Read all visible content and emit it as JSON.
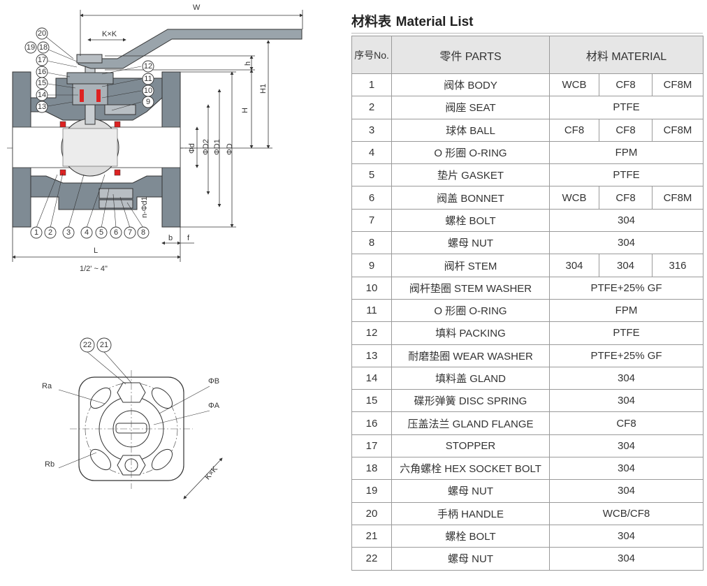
{
  "drawing": {
    "dim_labels": {
      "w": "W",
      "kxk": "K×K",
      "h": "h",
      "h1": "H1",
      "h_big": "H",
      "d": "Φd",
      "d2": "ΦD2",
      "d1": "ΦD1",
      "d_big": "ΦD",
      "nd1": "n-Φd1",
      "b": "b",
      "f": "f",
      "l": "L",
      "size_range": "1/2' ~ 4\"",
      "ra": "Ra",
      "rb": "Rb",
      "phi_b": "ΦB",
      "phi_a": "ΦA",
      "kxk_bottom": "K×K"
    },
    "callouts": [
      "1",
      "2",
      "3",
      "4",
      "5",
      "6",
      "7",
      "8",
      "9",
      "10",
      "11",
      "12",
      "13",
      "14",
      "15",
      "16",
      "17",
      "18",
      "19",
      "20",
      "21",
      "22"
    ]
  },
  "table": {
    "title_cn": "材料表",
    "title_en": "Material List",
    "headers": {
      "no": "序号No.",
      "parts": "零件 PARTS",
      "material": "材料 MATERIAL"
    },
    "rows": [
      {
        "no": "1",
        "part": "阀体 BODY",
        "materials": [
          "WCB",
          "CF8",
          "CF8M"
        ]
      },
      {
        "no": "2",
        "part": "阀座 SEAT",
        "materials": [
          "PTFE"
        ]
      },
      {
        "no": "3",
        "part": "球体 BALL",
        "materials": [
          "CF8",
          "CF8",
          "CF8M"
        ]
      },
      {
        "no": "4",
        "part": "O 形圈 O-RING",
        "materials": [
          "FPM"
        ]
      },
      {
        "no": "5",
        "part": "垫片 GASKET",
        "materials": [
          "PTFE"
        ]
      },
      {
        "no": "6",
        "part": "阀盖 BONNET",
        "materials": [
          "WCB",
          "CF8",
          "CF8M"
        ]
      },
      {
        "no": "7",
        "part": "螺栓 BOLT",
        "materials": [
          "304"
        ]
      },
      {
        "no": "8",
        "part": "螺母 NUT",
        "materials": [
          "304"
        ]
      },
      {
        "no": "9",
        "part": "阀杆 STEM",
        "materials": [
          "304",
          "304",
          "316"
        ]
      },
      {
        "no": "10",
        "part": "阀杆垫圈 STEM WASHER",
        "materials": [
          "PTFE+25% GF"
        ]
      },
      {
        "no": "11",
        "part": "O 形圈 O-RING",
        "materials": [
          "FPM"
        ]
      },
      {
        "no": "12",
        "part": "填料 PACKING",
        "materials": [
          "PTFE"
        ]
      },
      {
        "no": "13",
        "part": "耐磨垫圈 WEAR WASHER",
        "materials": [
          "PTFE+25% GF"
        ]
      },
      {
        "no": "14",
        "part": "填料盖 GLAND",
        "materials": [
          "304"
        ]
      },
      {
        "no": "15",
        "part": "碟形弹簧 DISC SPRING",
        "materials": [
          "304"
        ]
      },
      {
        "no": "16",
        "part": "压盖法兰 GLAND FLANGE",
        "materials": [
          "CF8"
        ]
      },
      {
        "no": "17",
        "part": "STOPPER",
        "materials": [
          "304"
        ]
      },
      {
        "no": "18",
        "part": "六角螺栓 HEX SOCKET BOLT",
        "materials": [
          "304"
        ]
      },
      {
        "no": "19",
        "part": "螺母 NUT",
        "materials": [
          "304"
        ]
      },
      {
        "no": "20",
        "part": "手柄 HANDLE",
        "materials": [
          "WCB/CF8"
        ]
      },
      {
        "no": "21",
        "part": "螺栓 BOLT",
        "materials": [
          "304"
        ]
      },
      {
        "no": "22",
        "part": "螺母 NUT",
        "materials": [
          "304"
        ]
      }
    ]
  }
}
